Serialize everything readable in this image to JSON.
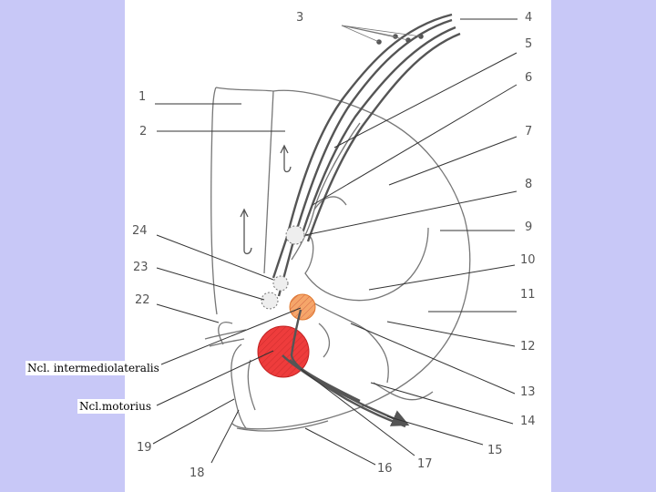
{
  "labels": {
    "n1": "1",
    "n2": "2",
    "n3": "3",
    "n4": "4",
    "n5": "5",
    "n6": "6",
    "n7": "7",
    "n8": "8",
    "n9": "9",
    "n10": "10",
    "n11": "11",
    "n12": "12",
    "n13": "13",
    "n14": "14",
    "n15": "15",
    "n16": "16",
    "n17": "17",
    "n18": "18",
    "n19": "19",
    "n22": "22",
    "n23": "23",
    "n24": "24"
  },
  "callouts": {
    "intermediolateralis": "Ncl. intermediolateralis",
    "motorius": "Ncl.motorius"
  },
  "colors": {
    "background": "#c8c8f7",
    "panel": "#ffffff",
    "line": "#555555",
    "nucleus_orange": "#f5a66a",
    "nucleus_red": "#ee3c3c"
  }
}
